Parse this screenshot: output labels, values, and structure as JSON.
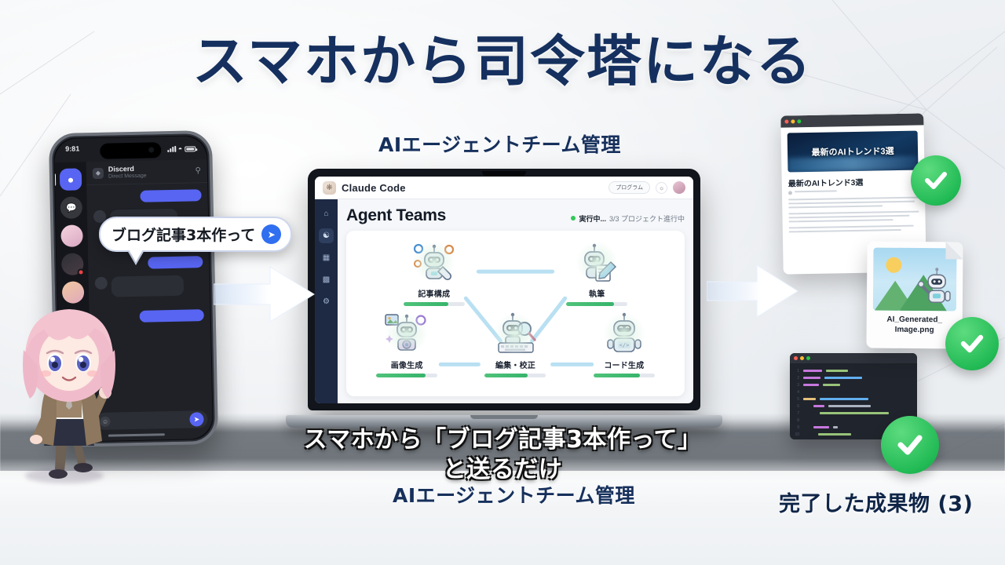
{
  "title": "スマホから司令塔になる",
  "labels": {
    "center_top": "AIエージェントチーム管理",
    "center_bottom": "AIエージェントチーム管理",
    "right_bottom": "完了した成果物 (3)"
  },
  "subtitle": {
    "line1": "スマホから「ブログ記事3本作って」",
    "line2": "と送るだけ"
  },
  "phone": {
    "status_time": "9:81",
    "chat_title": "Discerd",
    "chat_subtitle": "Direct Message",
    "search_icon": "search-icon",
    "send_icon": "send-icon",
    "speech_bubble": "ブログ記事3本作って",
    "speech_send_icon": "send-arrow-icon"
  },
  "laptop": {
    "app_name": "Claude Code",
    "badge": "プログラム",
    "bell_icon": "bell-icon",
    "page_title": "Agent Teams",
    "status_running": "実行中...",
    "status_detail": "3/3 プロジェクト進行中",
    "rail": [
      {
        "name": "home-icon",
        "glyph": "⌂"
      },
      {
        "name": "team-icon",
        "glyph": "⚇"
      },
      {
        "name": "save-icon",
        "glyph": "▤"
      },
      {
        "name": "add-icon",
        "glyph": "▣"
      },
      {
        "name": "gear-icon",
        "glyph": "⚙"
      }
    ],
    "agents_top": [
      {
        "name": "記事構成",
        "progress": 74
      },
      {
        "name": "執筆",
        "progress": 78
      }
    ],
    "agents_bottom": [
      {
        "name": "画像生成",
        "progress": 80
      },
      {
        "name": "編集・校正",
        "progress": 70
      },
      {
        "name": "コード生成",
        "progress": 76
      }
    ]
  },
  "deliverables": {
    "browser": {
      "hero_title": "最新のAIトレンド3選",
      "article_title": "最新のAIトレンド3選"
    },
    "file": {
      "name_line1": "AI_Generated_",
      "name_line2": "Image.png"
    },
    "code_window": {
      "title_icons": "traffic-lights"
    },
    "check_icon": "check-mark-icon"
  },
  "colors": {
    "title_navy": "#15305e",
    "accent_blue": "#5865f2",
    "success_green": "#22bb55",
    "progress_green": "#37b46b",
    "rail_navy": "#1e2a44"
  }
}
